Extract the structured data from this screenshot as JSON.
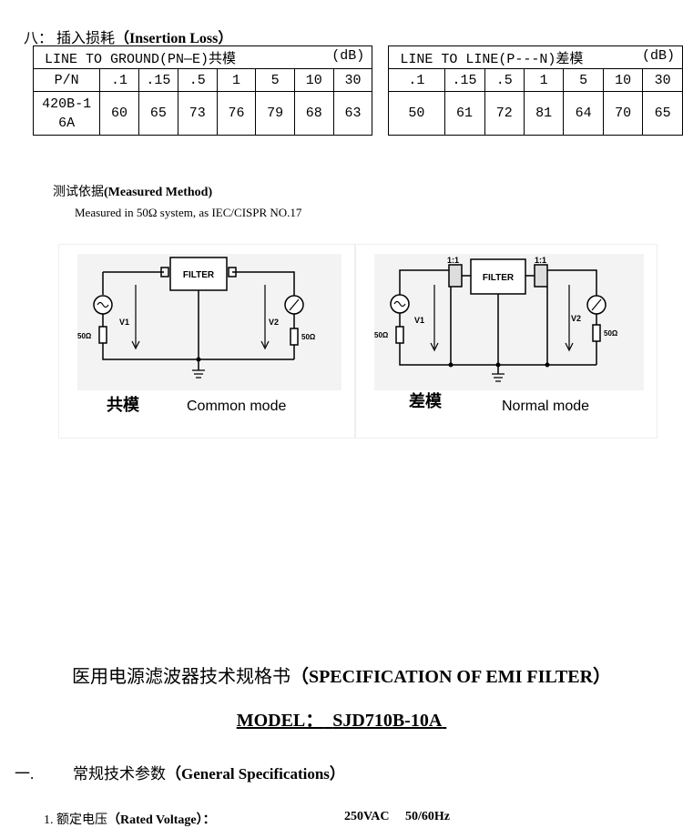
{
  "section8": {
    "num": "八：",
    "title_cn": "插入损耗",
    "title_en": "（Insertion Loss）"
  },
  "table": {
    "left_header": "LINE TO GROUND(PN—E)共模",
    "right_header": "LINE TO LINE(P---N)差模",
    "unit": "(dB)",
    "pn_label": "P/N",
    "freqs": [
      ".1",
      ".15",
      ".5",
      "1",
      "5",
      "10",
      "30"
    ],
    "part_line1": "420B-1",
    "part_line2": "6A",
    "cm_values": [
      "60",
      "65",
      "73",
      "76",
      "79",
      "68",
      "63"
    ],
    "dm_values": [
      "50",
      "61",
      "72",
      "81",
      "64",
      "70",
      "65"
    ]
  },
  "measured": {
    "title_cn": "测试依据",
    "title_en": "(Measured Method)",
    "desc": "Measured in 50Ω system, as IEC/CISPR NO.17"
  },
  "diagram_common": {
    "filter": "FILTER",
    "v1": "V1",
    "v2": "V2",
    "r_left": "50Ω",
    "r_right": "50Ω",
    "cn": "共模",
    "en": "Common mode"
  },
  "diagram_normal": {
    "filter": "FILTER",
    "v1": "V1",
    "v2": "V2",
    "r_left": "50Ω",
    "r_right": "50Ω",
    "ratio_left": "1:1",
    "ratio_right": "1:1",
    "cn": "差模",
    "en": "Normal mode"
  },
  "heading": {
    "cn": "医用电源滤波器技术规格书",
    "en": "（SPECIFICATION OF EMI FILTER）"
  },
  "model": {
    "label": "MODEL：",
    "value": "SJD710B-10A"
  },
  "general": {
    "num": "一.",
    "cn": "常规技术参数",
    "en": "（General Specifications）"
  },
  "rated": {
    "num": "1.",
    "cn": "额定电压",
    "en": "（Rated Voltage）：",
    "voltage": "250VAC",
    "freq": "50/60Hz"
  }
}
